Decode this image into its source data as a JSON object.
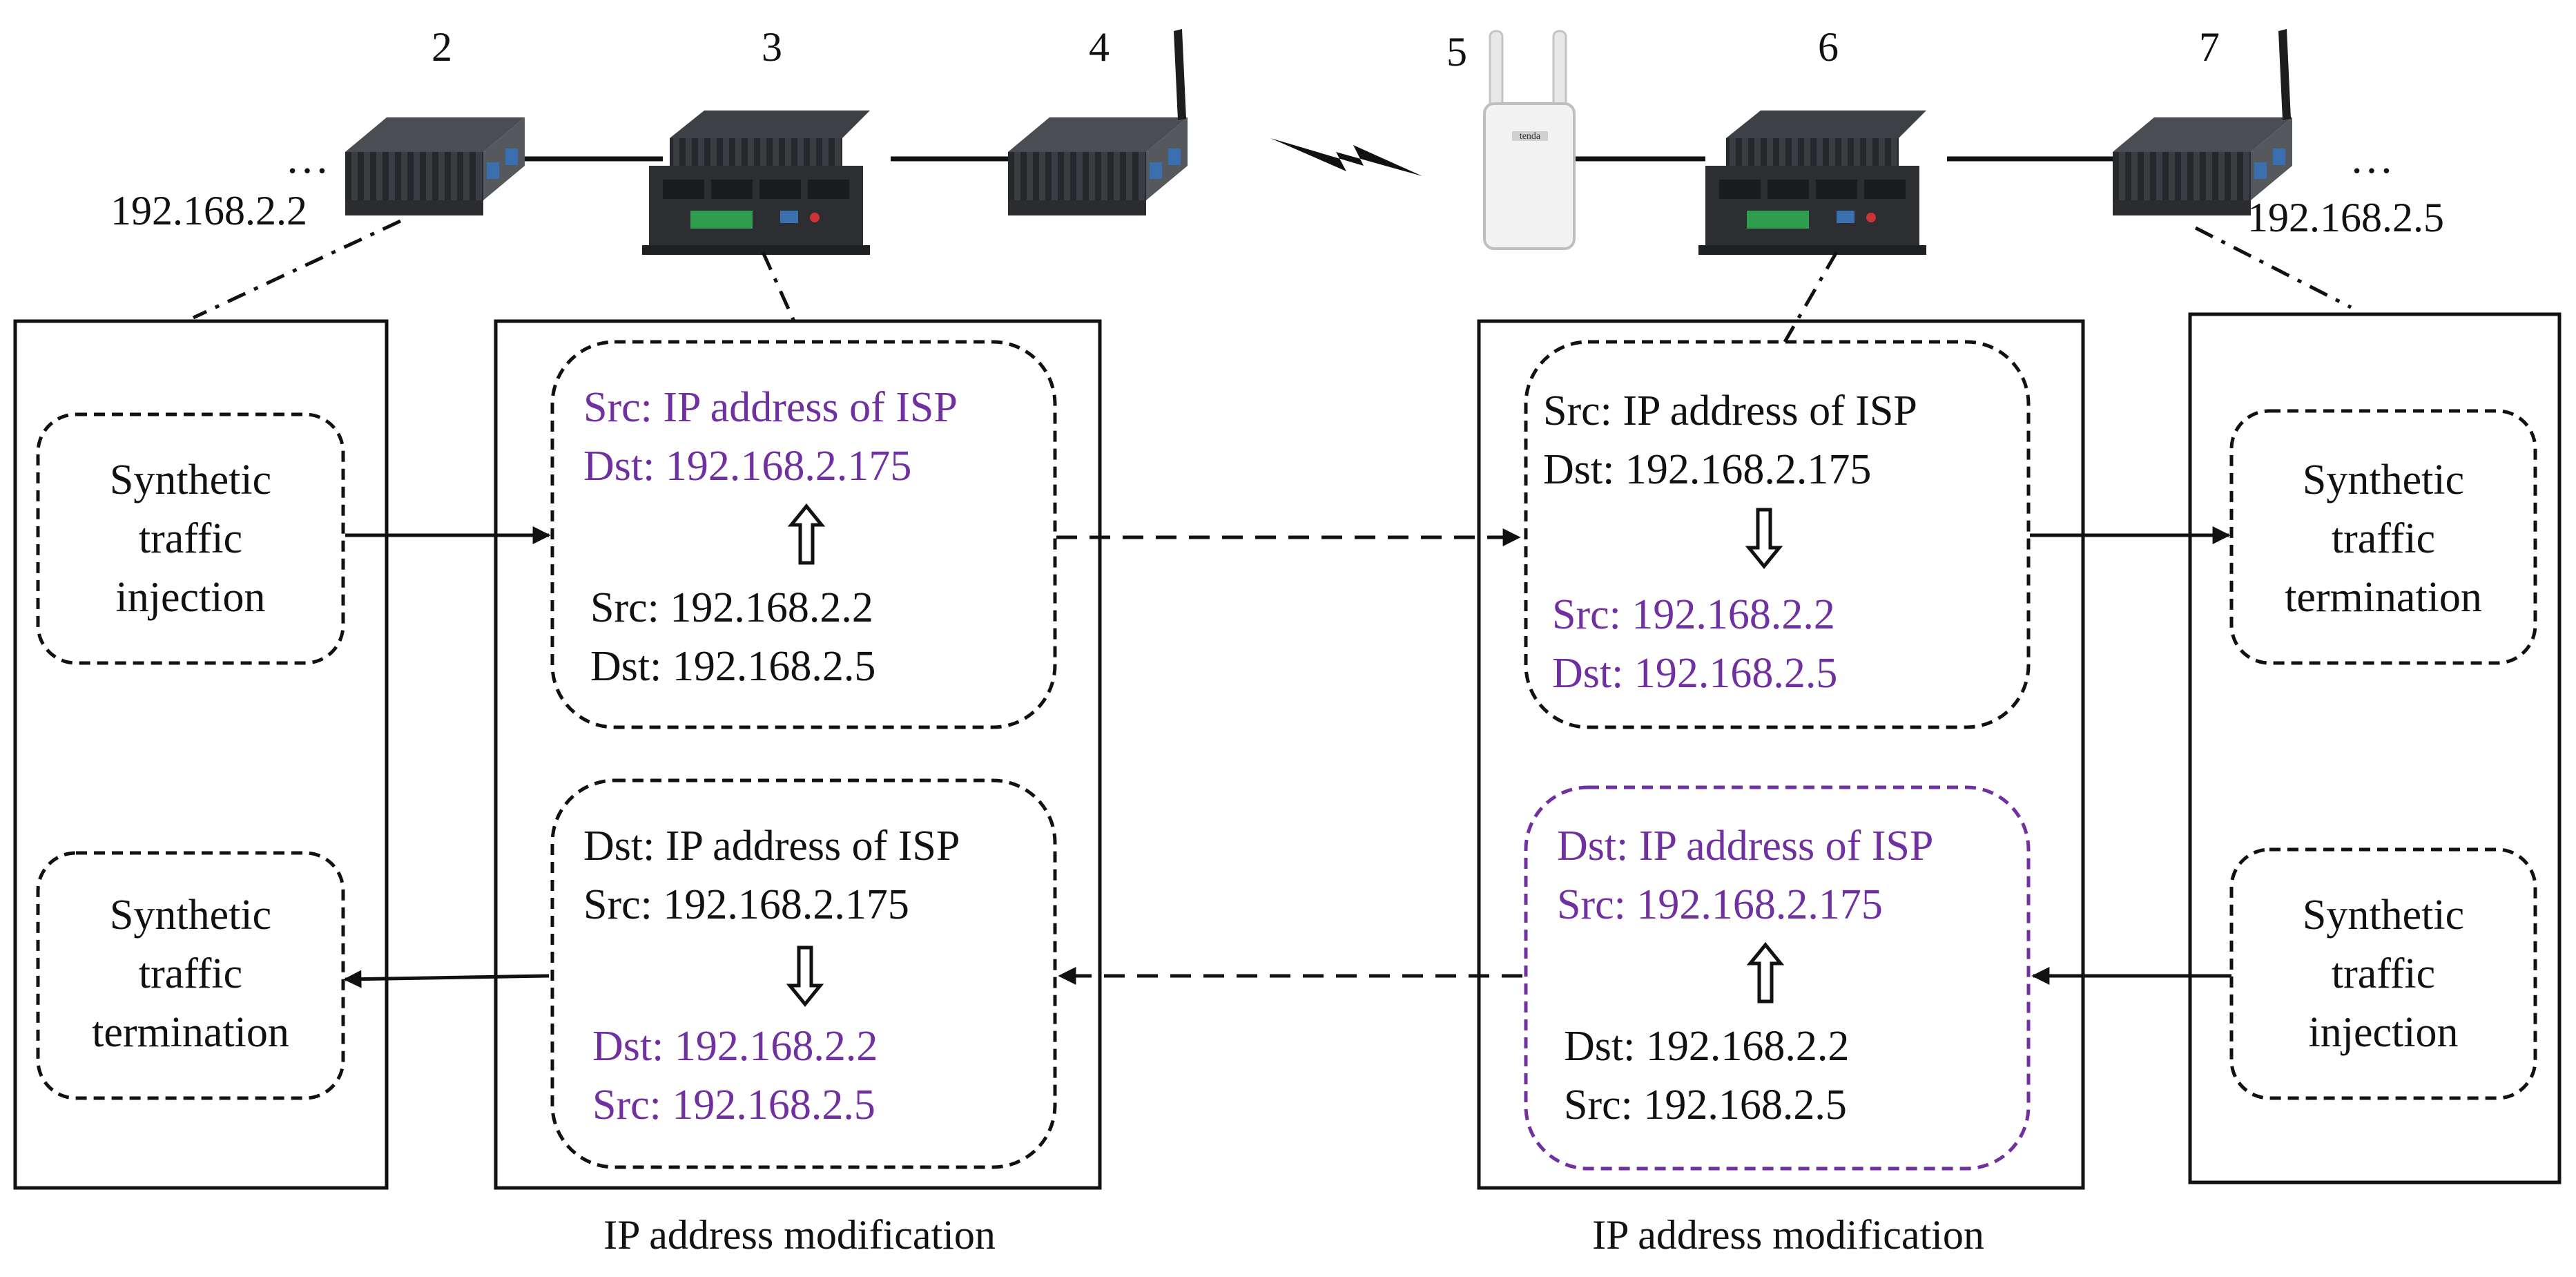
{
  "colors": {
    "ink": "#111111",
    "accent": "#7030a0",
    "device_dark": "#2e3033",
    "device_grey": "#55595e",
    "port_blue": "#3a6fb0",
    "terminal_green": "#2e9e4e",
    "extender_body": "#f2f2f2"
  },
  "devices": {
    "d2": {
      "number": "2",
      "ip": "192.168.2.2",
      "ellipsis": "…",
      "icon": "mini-pc-icon"
    },
    "d3": {
      "number": "3",
      "icon": "industrial-pc-icon"
    },
    "d4": {
      "number": "4",
      "icon": "mini-pc-with-antenna-icon"
    },
    "d5": {
      "number": "5",
      "icon": "wifi-range-extender-icon",
      "brand": "tenda"
    },
    "d6": {
      "number": "6",
      "icon": "industrial-pc-icon"
    },
    "d7": {
      "number": "7",
      "ip": "192.168.2.5",
      "ellipsis": "…",
      "icon": "mini-pc-with-antenna-icon"
    },
    "wireless_link_icon": "lightning-bolt-icon"
  },
  "left_panel": {
    "top_box": [
      "Synthetic",
      "traffic",
      "injection"
    ],
    "bottom_box": [
      "Synthetic",
      "traffic",
      "termination"
    ]
  },
  "right_panel": {
    "top_box": [
      "Synthetic",
      "traffic",
      "termination"
    ],
    "bottom_box": [
      "Synthetic",
      "traffic",
      "injection"
    ]
  },
  "mod_left": {
    "caption": "IP address modification",
    "top": {
      "line1": "Src: IP address of ISP",
      "line2": "Dst: 192.168.2.175",
      "line3": "Src: 192.168.2.2",
      "line4": "Dst: 192.168.2.5",
      "arrow": "up"
    },
    "bottom": {
      "line1": "Dst: IP address of ISP",
      "line2": "Src: 192.168.2.175",
      "line3": "Dst: 192.168.2.2",
      "line4": "Src: 192.168.2.5",
      "arrow": "down"
    }
  },
  "mod_right": {
    "caption": "IP address modification",
    "top": {
      "line1": "Src: IP address of ISP",
      "line2": "Dst: 192.168.2.175",
      "line3": "Src: 192.168.2.2",
      "line4": "Dst: 192.168.2.5",
      "arrow": "down"
    },
    "bottom": {
      "line1": "Dst: IP address of ISP",
      "line2": "Src: 192.168.2.175",
      "line3": "Dst: 192.168.2.2",
      "line4": "Src: 192.168.2.5",
      "arrow": "up"
    }
  }
}
